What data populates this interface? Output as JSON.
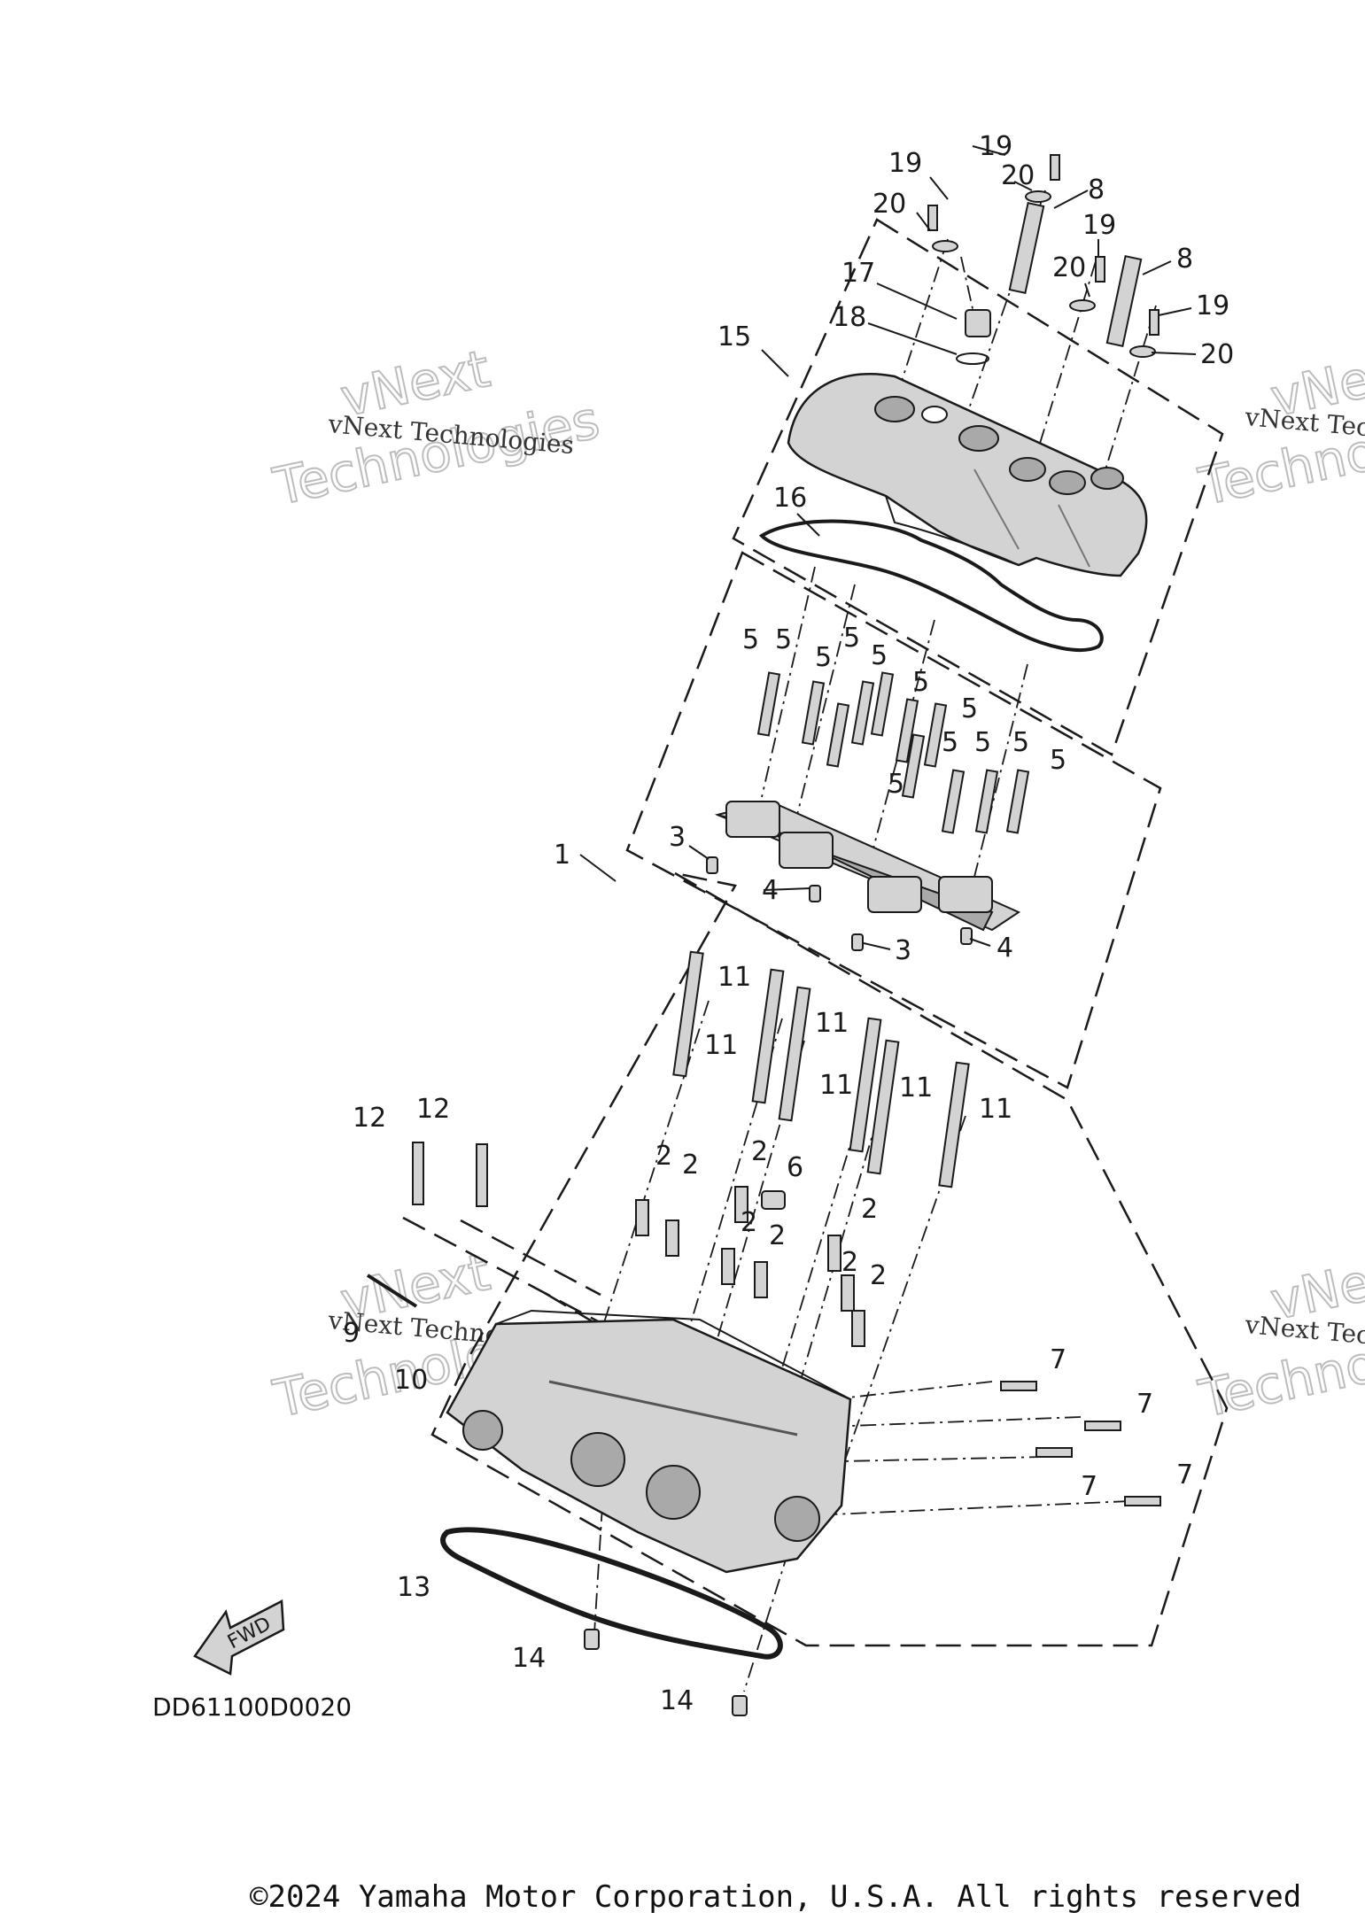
{
  "diagram": {
    "callouts": [
      "1",
      "2",
      "3",
      "4",
      "5",
      "6",
      "7",
      "8",
      "9",
      "10",
      "11",
      "12",
      "13",
      "14",
      "15",
      "16",
      "17",
      "18",
      "19",
      "20"
    ],
    "drawing_code": "DD61100D0020",
    "fwd_label": "FWD"
  },
  "watermark": {
    "line_small": "vNext Technologies",
    "line_top": "vNext",
    "line_bottom": "Technologies"
  },
  "footer": {
    "copyright": "©2024 Yamaha Motor Corporation, U.S.A. All rights reserved"
  },
  "colors": {
    "ink": "#1a1a1a",
    "part_fill": "#d3d3d3",
    "part_shadow": "#a9a9a9",
    "watermark": "#bdbdbd"
  }
}
